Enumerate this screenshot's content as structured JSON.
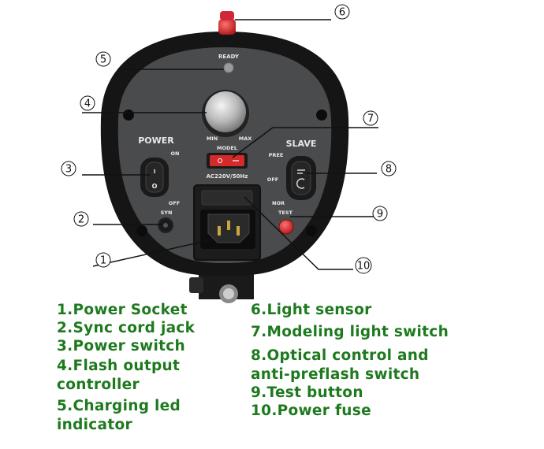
{
  "panel": {
    "ready": "READY",
    "min": "MIN",
    "max": "MAX",
    "model": "MODEL",
    "voltage": "AC220V/50Hz",
    "power": "POWER",
    "on": "ON",
    "off_left": "OFF",
    "syn": "SYN",
    "slave": "SLAVE",
    "pree": "PREE",
    "off_right": "OFF",
    "nor": "NOR",
    "test": "TEST",
    "switch_i": "I",
    "switch_o": "O"
  },
  "callouts": [
    "1",
    "2",
    "3",
    "4",
    "5",
    "6",
    "7",
    "8",
    "9",
    "10"
  ],
  "legend": {
    "item1": "1.Power Socket",
    "item2": "2.Sync cord jack",
    "item3": "3.Power switch",
    "item4_line1": "4.Flash output",
    "item4_line2": "controller",
    "item5_line1": "5.Charging led",
    "item5_line2": "indicator",
    "item6": "6.Light sensor",
    "item7": "7.Modeling light switch",
    "item8_line1": "8.Optical control and",
    "item8_line2": "anti-preflash switch",
    "item9": "9.Test button",
    "item10": "10.Power fuse"
  },
  "colors": {
    "legend_text": "#1e7a1e",
    "housing": "#151515",
    "panel": "#4a4b4d",
    "light_sensor": "#cc2030",
    "modeling_switch": "#d42a2a",
    "test_button": "#e03030"
  }
}
